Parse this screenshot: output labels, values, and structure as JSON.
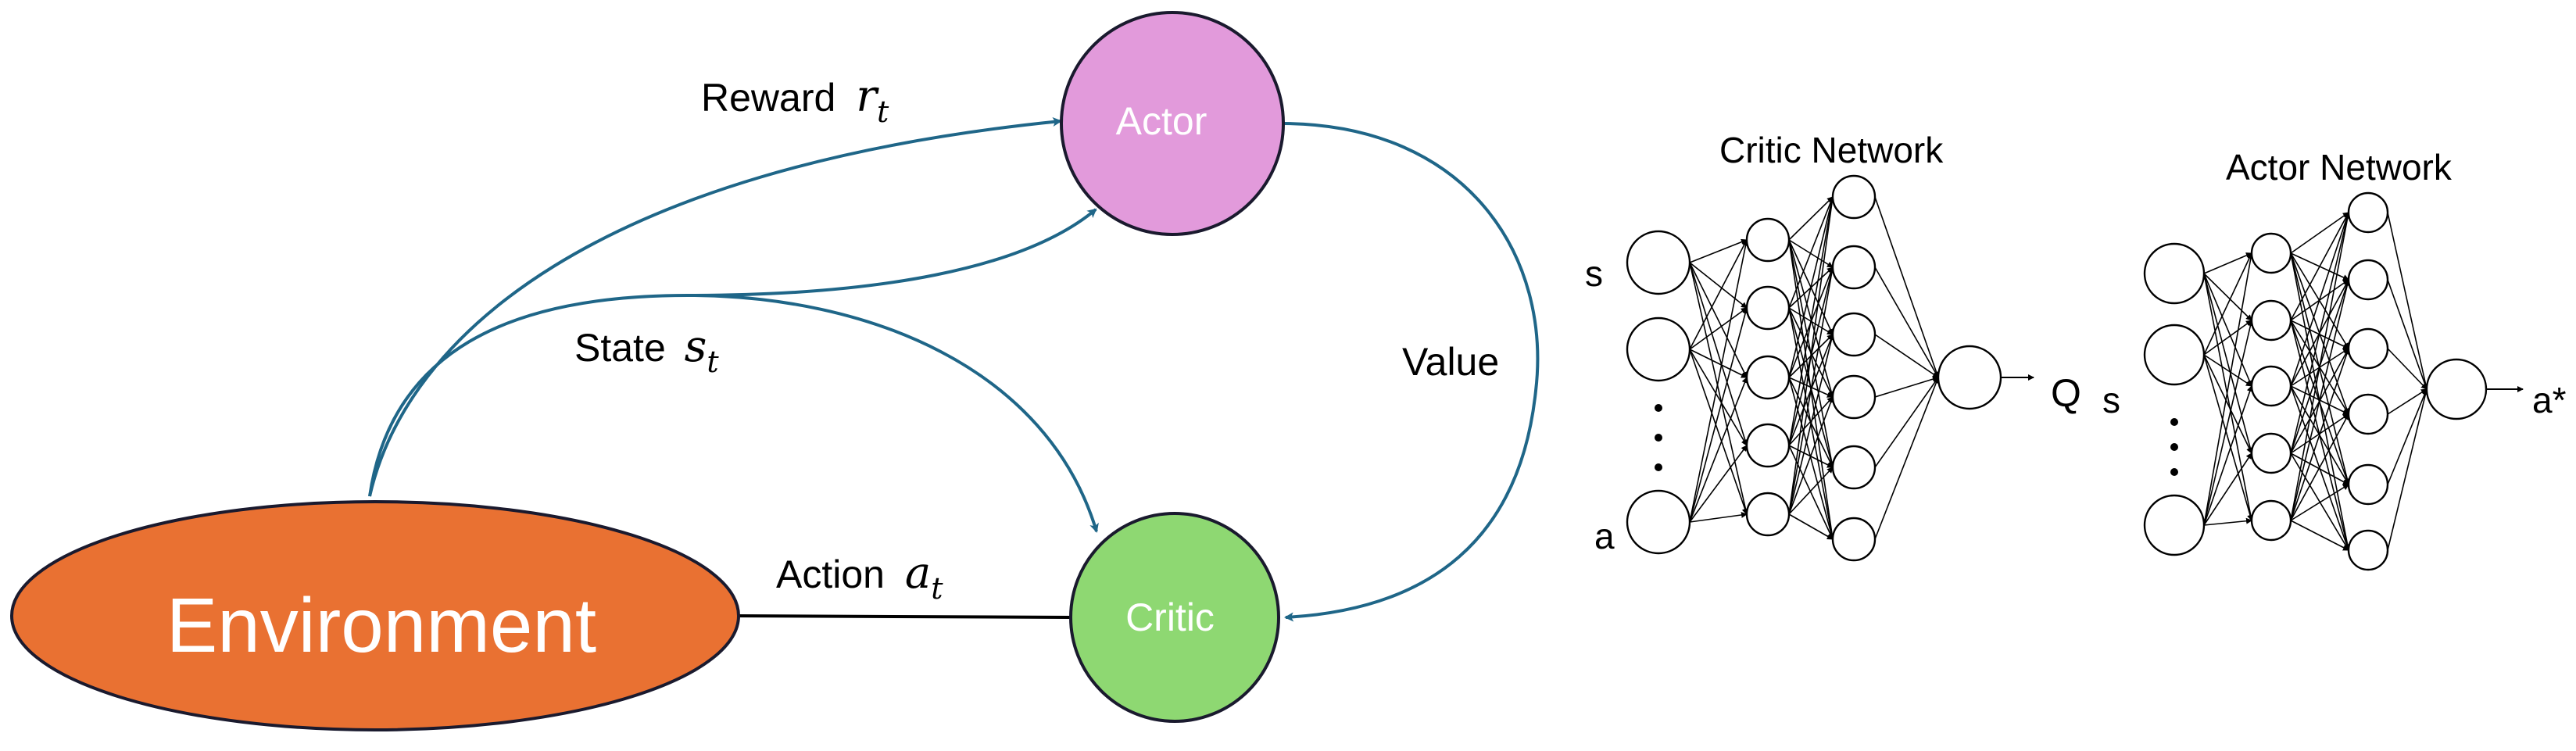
{
  "rl_loop": {
    "environment": "Environment",
    "actor": "Actor",
    "critic": "Critic",
    "reward_word": "Reward",
    "reward_symbol": "r",
    "reward_sub": "t",
    "state_word": "State",
    "state_symbol": "s",
    "state_sub": "t",
    "value_label": "Value",
    "action_word": "Action",
    "action_symbol": "a",
    "action_sub": "t"
  },
  "critic_network": {
    "title": "Critic Network",
    "input_top": "s",
    "input_bottom": "a",
    "output": "Q"
  },
  "actor_network": {
    "title": "Actor Network",
    "input": "s",
    "output": "a*"
  },
  "colors": {
    "environment_fill": "#E97132",
    "actor_fill": "#E29ADB",
    "critic_fill": "#8ED872",
    "arrow_blue": "#1F6688",
    "outline": "#1a1a2e"
  }
}
